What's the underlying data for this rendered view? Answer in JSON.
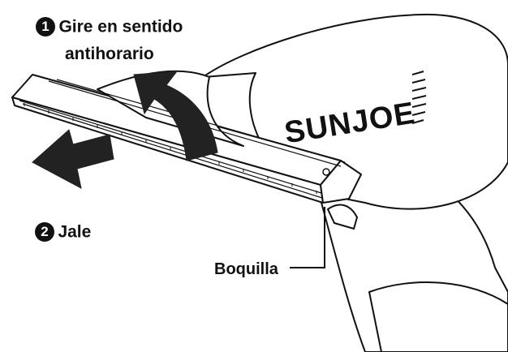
{
  "steps": [
    {
      "number": "1",
      "text_line1": "Gire en sentido",
      "text_line2": "antihorario"
    },
    {
      "number": "2",
      "text": "Jale"
    }
  ],
  "callout": {
    "label": "Boquilla"
  },
  "brand": {
    "logo_text": "SUNJOE"
  },
  "colors": {
    "ink": "#111111",
    "paper": "#ffffff"
  }
}
